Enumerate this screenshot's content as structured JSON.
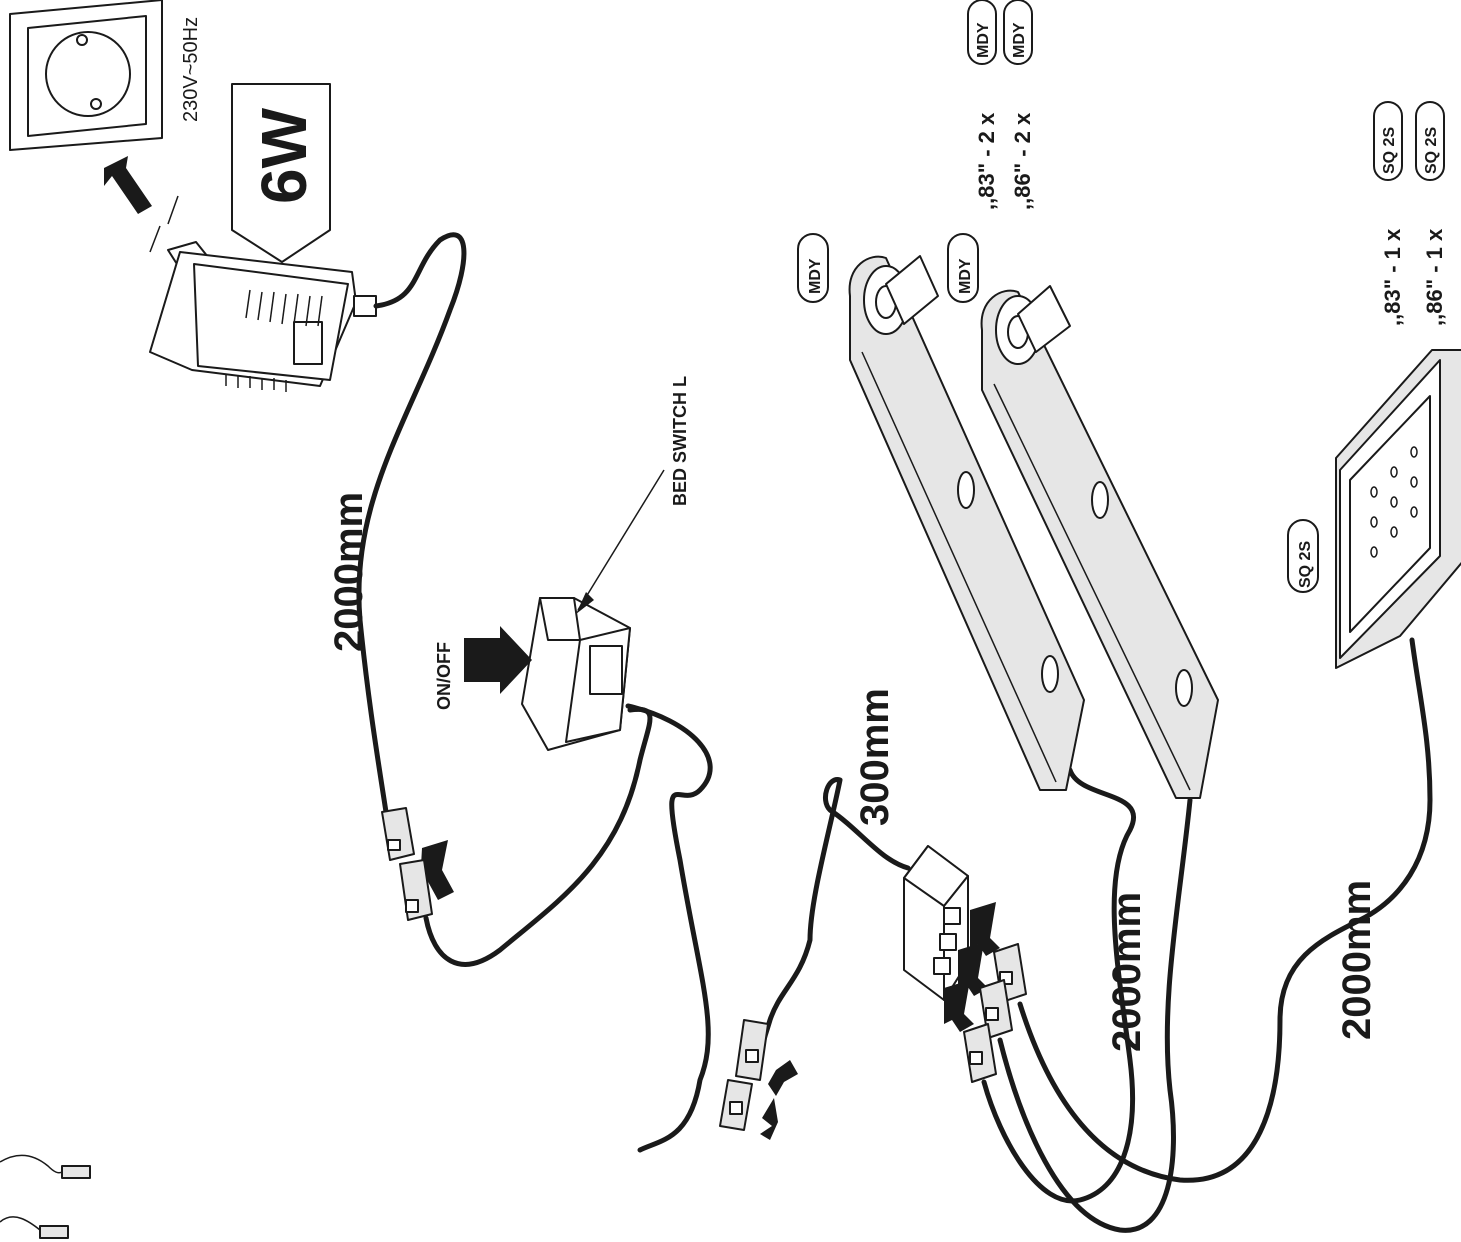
{
  "socket": {
    "rating": "230V~50Hz"
  },
  "adapter": {
    "power": "6W"
  },
  "cables": {
    "power_cable_length": "2000mm",
    "switch_cable_length": "300mm",
    "mdy_cable_length": "2000mm",
    "sq_cable_length": "2000mm"
  },
  "switch": {
    "name": "BED SWITCH L",
    "action": "ON/OFF"
  },
  "mdy": {
    "badge": "MDY",
    "legend": [
      {
        "text": ",,83\" - 2 x",
        "badge": "MDY"
      },
      {
        "text": ",,86\" - 2 x",
        "badge": "MDY"
      }
    ]
  },
  "sq": {
    "badge": "SQ 2S",
    "legend": [
      {
        "text": ",,83\" - 1 x",
        "badge": "SQ 2S"
      },
      {
        "text": ",,86\" - 1 x",
        "badge": "SQ 2S"
      }
    ]
  },
  "colors": {
    "ink": "#1a1a1a",
    "fill": "#e6e6e6"
  }
}
